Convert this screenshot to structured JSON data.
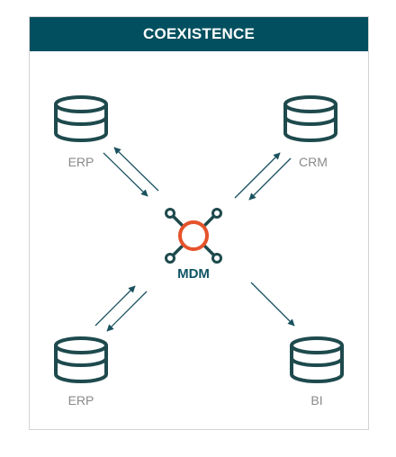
{
  "header": {
    "title": "COEXISTENCE"
  },
  "nodes": {
    "erp_top": "ERP",
    "crm": "CRM",
    "erp_bottom": "ERP",
    "bi": "BI",
    "mdm": "MDM"
  },
  "colors": {
    "header_bg": "#024f5f",
    "icon_stroke": "#1e4a4d",
    "hub_ring": "#e5532b",
    "arrow": "#1b5260",
    "mdm_text": "#0f5564",
    "label_grey": "#8a8a8a"
  },
  "icons": {
    "database": "database-icon",
    "hub": "hub-network-icon"
  }
}
